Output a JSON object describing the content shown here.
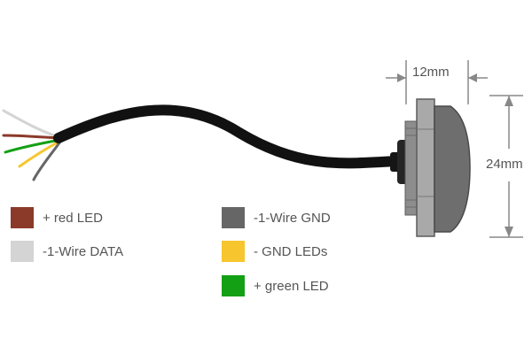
{
  "dimensions": {
    "width_label": "12mm",
    "height_label": "24mm"
  },
  "legend": [
    {
      "label": "+ red LED",
      "color": "#8b3a2a"
    },
    {
      "label": "-1-Wire DATA",
      "color": "#d4d4d4"
    },
    {
      "label": "-1-Wire GND",
      "color": "#666666"
    },
    {
      "label": "- GND LEDs",
      "color": "#f7c52d"
    },
    {
      "label": "+ green LED",
      "color": "#14a014"
    }
  ],
  "colors": {
    "cable": "#111111",
    "dimension_line": "#888888",
    "connector_body": "#6e6e6e",
    "connector_flange": "#a9a9a9"
  }
}
